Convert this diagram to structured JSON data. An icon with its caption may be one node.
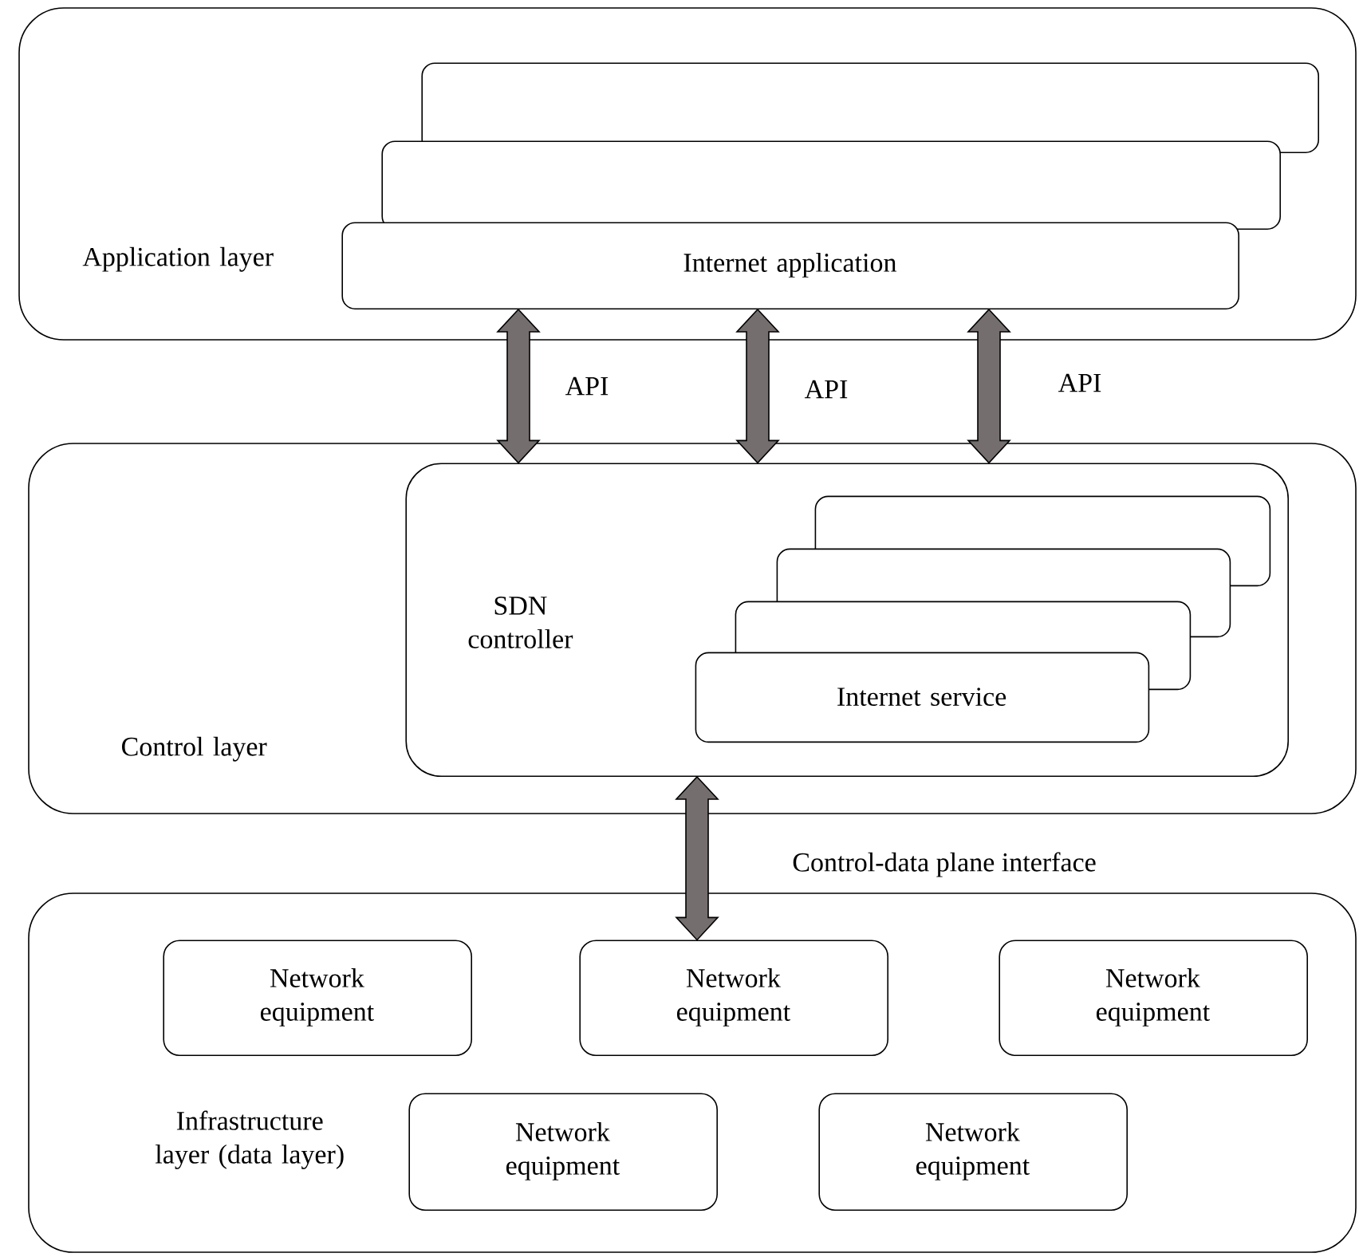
{
  "diagram": {
    "nodes": [
      {
        "text": [
          "Application layer"
        ]
      },
      {
        "text": [],
        "shape": "box",
        "in": 0
      },
      {
        "text": [],
        "shape": "box",
        "in": 0
      },
      {
        "text": [
          "Internet application"
        ],
        "in": 0
      },
      {
        "text": [
          "Control layer"
        ]
      },
      {
        "text": [
          "SDN controller"
        ],
        "in": 4
      },
      {
        "text": [],
        "shape": "box",
        "in": 5
      },
      {
        "text": [],
        "shape": "box",
        "in": 5
      },
      {
        "text": [],
        "shape": "box",
        "in": 5
      },
      {
        "text": [
          "Internet service"
        ],
        "in": 5
      },
      {
        "text": [
          "Infrastructure layer (data layer)"
        ]
      },
      {
        "text": [
          "Network equipment"
        ],
        "in": 10
      },
      {
        "text": [
          "Network equipment"
        ],
        "in": 10
      },
      {
        "text": [
          "Network equipment"
        ],
        "in": 10
      },
      {
        "text": [
          "Network equipment"
        ],
        "in": 10
      },
      {
        "text": [
          "Network equipment"
        ],
        "in": 10
      }
    ],
    "edges": [
      {
        "from": 3,
        "to": 5,
        "arrow": "both",
        "label": "API"
      },
      {
        "from": 3,
        "to": 5,
        "arrow": "both",
        "label": "API"
      },
      {
        "from": 3,
        "to": 5,
        "arrow": "both",
        "label": "API"
      },
      {
        "from": 5,
        "to": 12,
        "arrow": "both",
        "label": "Control-data plane interface"
      }
    ]
  }
}
